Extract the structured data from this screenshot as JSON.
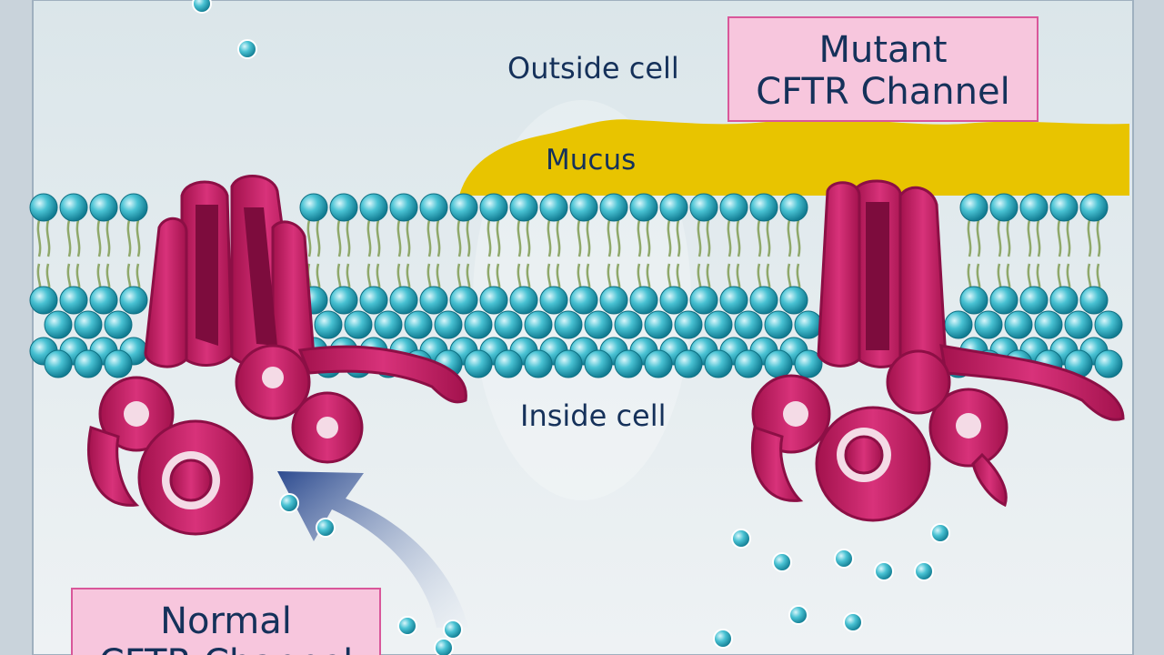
{
  "labels": {
    "outside": "Outside cell",
    "inside": "Inside cell",
    "mucus": "Mucus",
    "mutant_line1": "Mutant",
    "mutant_line2": "CFTR Channel",
    "normal_line1": "Normal",
    "normal_line2": "CFTR Channel"
  },
  "colors": {
    "background": "#e6edf1",
    "lipid_head": "#3bb7c9",
    "lipid_tail": "#8fa86a",
    "protein": "#c2185b",
    "mucus": "#e8c400",
    "label_box": "#f7c6dd",
    "label_border": "#d9579a",
    "text": "#15315a",
    "arrow": "#2c4a8f"
  }
}
